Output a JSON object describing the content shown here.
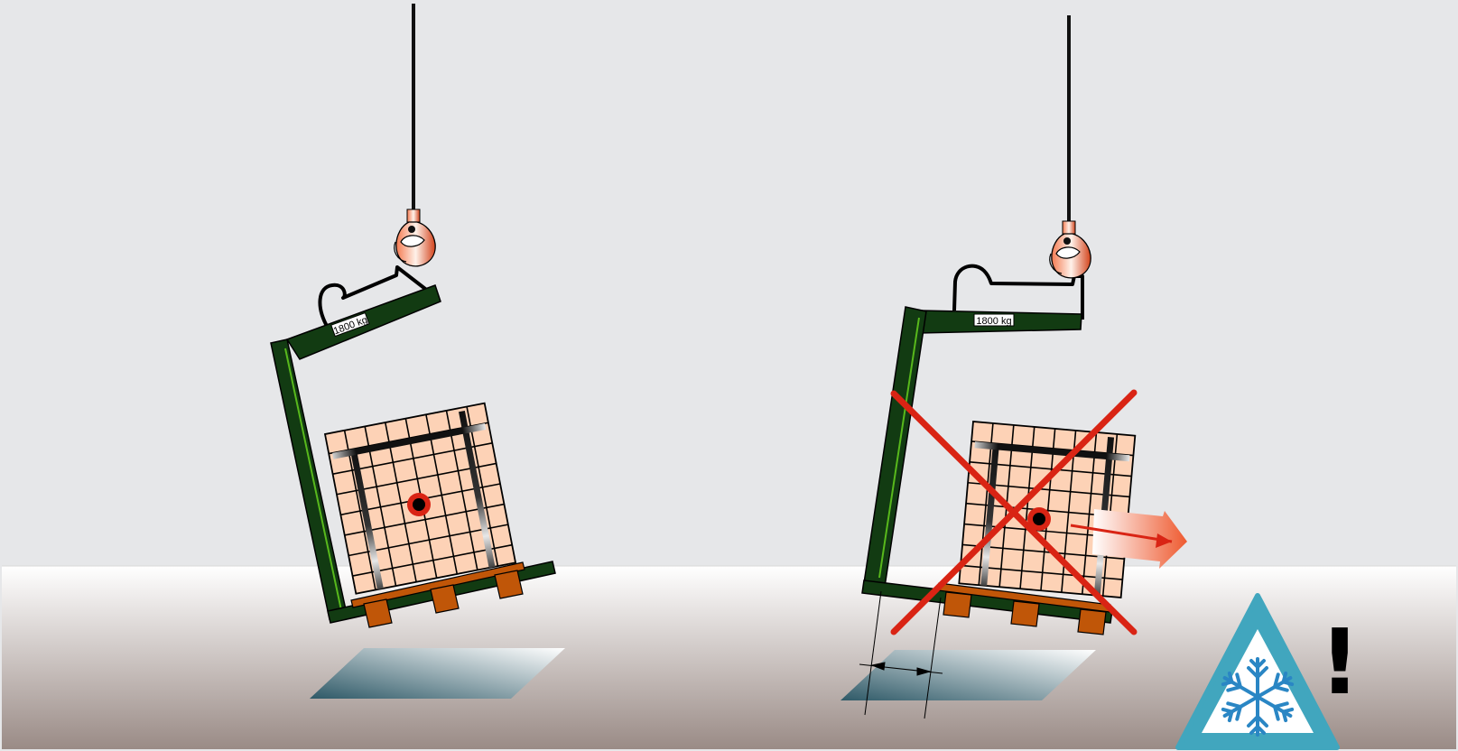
{
  "scenes": [
    {
      "id": "correct",
      "load_label": "1800 kg"
    },
    {
      "id": "incorrect",
      "load_label": "1800 kg"
    }
  ],
  "warning": {
    "icon": "snowflake-warning-icon",
    "mark": "!"
  },
  "colors": {
    "background": "#e6e7e9",
    "frame": "#123b12",
    "frame_highlight": "#58b81c",
    "crate": "#fdd2b6",
    "pallet": "#c05608",
    "cross": "#d92414",
    "warning_border": "#41a6be",
    "snowflake": "#2a86c4"
  }
}
